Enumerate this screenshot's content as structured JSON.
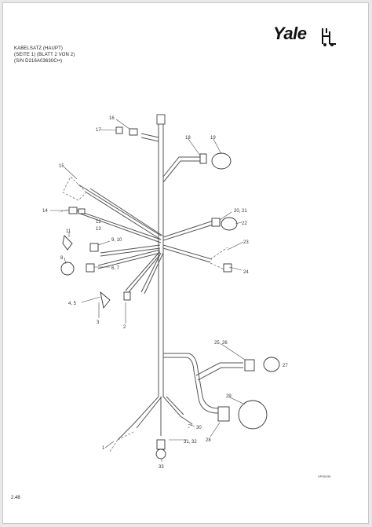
{
  "header": {
    "line1": "KABELSATZ (HAUPT)",
    "line2": "(SEITE 1) (BLATT 2 VON 2)",
    "line3": "(S/N D216A03630C••)"
  },
  "brand": {
    "name": "Yale",
    "mark": "yale-forklift-mark"
  },
  "figure_code": "XP05195",
  "page_number": "2.48",
  "callouts": [
    "16",
    "17",
    "18",
    "19",
    "15",
    "14",
    "12",
    "13",
    "20, 21",
    "22",
    "11",
    "9, 10",
    "23",
    "8",
    "6, 7",
    "24",
    "4, 5",
    "3",
    "2",
    "25, 26",
    "27",
    "28",
    "29",
    "30",
    "1",
    "31, 32",
    "33"
  ],
  "colors": {
    "ink": "#333333",
    "paper": "#ffffff",
    "frame": "#c8c8c8"
  }
}
